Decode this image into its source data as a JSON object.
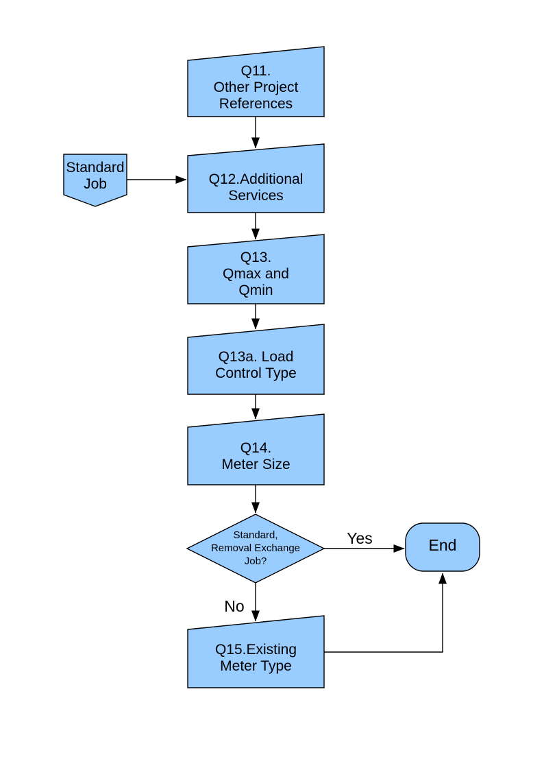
{
  "colors": {
    "node_fill": "#99ccff",
    "node_border": "#000000",
    "arrow": "#000000",
    "background": "#ffffff",
    "text": "#000000"
  },
  "nodes": {
    "q11": {
      "label": "Q11.\nOther Project\nReferences",
      "type": "manual-input-box"
    },
    "standard_job": {
      "label": "Standard\nJob",
      "type": "off-page-connector"
    },
    "q12": {
      "label": "Q12.Additional\nServices",
      "type": "manual-input-box"
    },
    "q13": {
      "label": "Q13.\nQmax and\nQmin",
      "type": "manual-input-box"
    },
    "q13a": {
      "label": "Q13a. Load\nControl Type",
      "type": "manual-input-box"
    },
    "q14": {
      "label": "Q14.\nMeter Size",
      "type": "manual-input-box"
    },
    "decision": {
      "label": "Standard,\nRemoval Exchange\nJob?",
      "type": "decision-diamond"
    },
    "end": {
      "label": "End",
      "type": "terminator"
    },
    "q15": {
      "label": "Q15.Existing\nMeter Type",
      "type": "manual-input-box"
    }
  },
  "edges": {
    "yes_label": "Yes",
    "no_label": "No"
  }
}
